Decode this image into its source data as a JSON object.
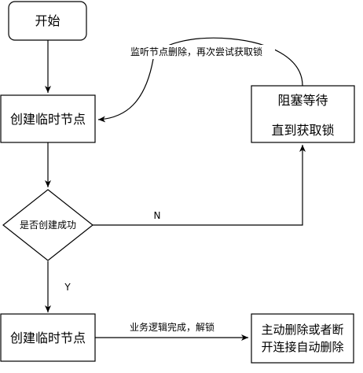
{
  "diagram": {
    "nodes": {
      "start": "开始",
      "create_temp_node_1": "创建临时节点",
      "decision": "是否创建成功",
      "block_wait_line1": "阻塞等待",
      "block_wait_line2": "直到获取锁",
      "create_temp_node_2": "创建临时节点",
      "delete_line1": "主动删除或者断",
      "delete_line2": "开连接自动删除"
    },
    "edges": {
      "watch_retry": "监听节点删除，再次尝试获取锁",
      "no": "N",
      "yes": "Y",
      "done_unlock": "业务逻辑完成，解锁"
    },
    "colors": {
      "stroke": "#000000",
      "fill": "#ffffff",
      "text": "#000000"
    }
  }
}
